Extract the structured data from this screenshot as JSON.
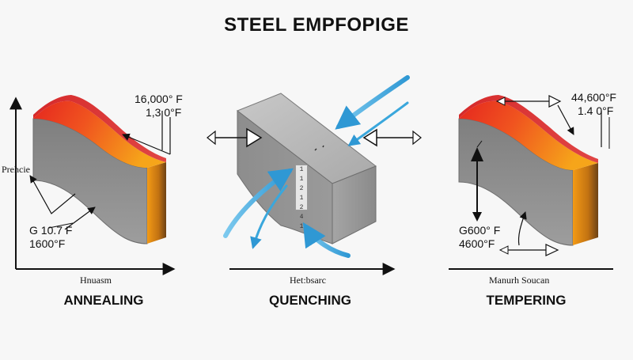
{
  "title": "STEEL EMPFOPIGE",
  "annealing": {
    "caption": "ANNEALING",
    "y_axis_label": "Prehcie",
    "x_axis_label": "Hnuasm",
    "temp_top_1": "16,000° F",
    "temp_top_2": "1,3 0°F",
    "temp_bottom_1": "G 10.7 F",
    "temp_bottom_2": "1600°F"
  },
  "quenching": {
    "caption": "QUENCHING",
    "x_axis_label": "Het:bsarc",
    "gauge_marks": [
      "1",
      "1 2",
      "1 2",
      "4 1"
    ]
  },
  "tempering": {
    "caption": "TEMPERING",
    "x_axis_label": "Manurh Soucan",
    "temp_top_1": "44,600°F",
    "temp_top_2": "1.4 0°F",
    "temp_bottom_1": "G600° F",
    "temp_bottom_2": "4600°F"
  },
  "colors": {
    "hot_red": "#e8322a",
    "hot_orange": "#f5a21b",
    "steel_side": "#8c8c8c",
    "steel_top": "#b9b9b9",
    "quench_blue": "#3aa7dc",
    "axis": "#111111"
  }
}
